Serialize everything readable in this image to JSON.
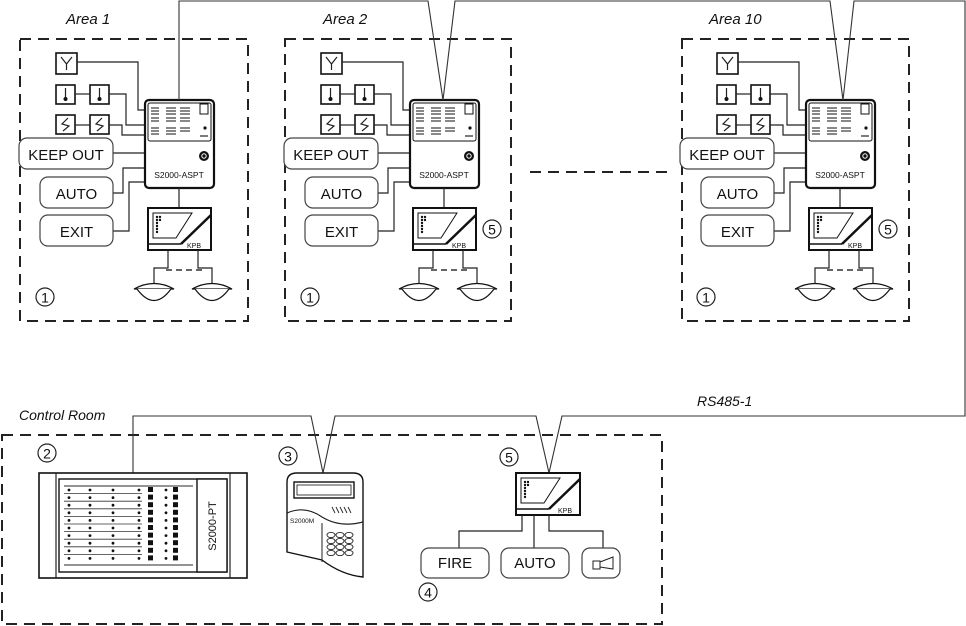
{
  "areas": [
    {
      "title": "Area 1",
      "controller": "S2000-ASPT",
      "relay": "KPB",
      "buttons": [
        "KEEP OUT",
        "AUTO",
        "EXIT"
      ],
      "marker_area": "1",
      "marker_relay": ""
    },
    {
      "title": "Area 2",
      "controller": "S2000-ASPT",
      "relay": "KPB",
      "buttons": [
        "KEEP OUT",
        "AUTO",
        "EXIT"
      ],
      "marker_area": "1",
      "marker_relay": "5"
    },
    {
      "title": "Area 10",
      "controller": "S2000-ASPT",
      "relay": "KPB",
      "buttons": [
        "KEEP OUT",
        "AUTO",
        "EXIT"
      ],
      "marker_area": "1",
      "marker_relay": "5"
    }
  ],
  "icons": [
    "smoke-detector-icon",
    "heat-detector-icon",
    "flame-detector-icon",
    "power-button-icon",
    "siren-icon",
    "sounder-icon"
  ],
  "control_room": {
    "title": "Control Room",
    "panel": {
      "label": "S2000-PT",
      "marker": "2"
    },
    "console": {
      "label": "S2000M",
      "marker": "3"
    },
    "relay": {
      "label": "KPB",
      "marker": "5"
    },
    "buttons": [
      "FIRE",
      "AUTO"
    ],
    "buttons_marker": "4"
  },
  "bus_label": "RS485-1"
}
